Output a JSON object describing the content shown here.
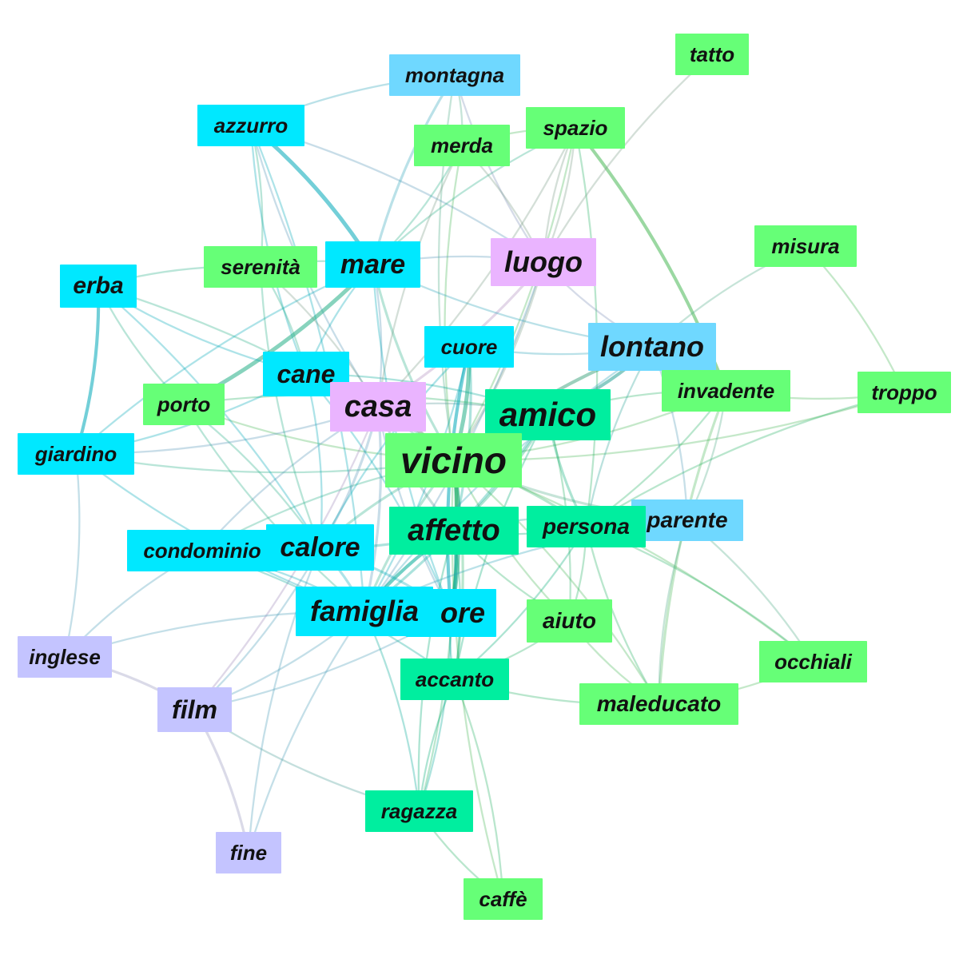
{
  "communities": {
    "green": "#66ff77",
    "teal": "#00ee9f",
    "cyan": "#00e8ff",
    "sky": "#6fd8ff",
    "pink": "#eab4ff",
    "lavender": "#c4c4ff"
  },
  "nodes": [
    {
      "id": "tatto",
      "label": "tatto",
      "community": "green"
    },
    {
      "id": "montagna",
      "label": "montagna",
      "community": "sky"
    },
    {
      "id": "azzurro",
      "label": "azzurro",
      "community": "cyan"
    },
    {
      "id": "merda",
      "label": "merda",
      "community": "green"
    },
    {
      "id": "spazio",
      "label": "spazio",
      "community": "green"
    },
    {
      "id": "misura",
      "label": "misura",
      "community": "green"
    },
    {
      "id": "serenita",
      "label": "serenità",
      "community": "green"
    },
    {
      "id": "mare",
      "label": "mare",
      "community": "cyan"
    },
    {
      "id": "luogo",
      "label": "luogo",
      "community": "pink"
    },
    {
      "id": "erba",
      "label": "erba",
      "community": "cyan"
    },
    {
      "id": "cuore",
      "label": "cuore",
      "community": "cyan"
    },
    {
      "id": "lontano",
      "label": "lontano",
      "community": "sky"
    },
    {
      "id": "cane",
      "label": "cane",
      "community": "cyan"
    },
    {
      "id": "invadente",
      "label": "invadente",
      "community": "green"
    },
    {
      "id": "troppo",
      "label": "troppo",
      "community": "green"
    },
    {
      "id": "porto",
      "label": "porto",
      "community": "green"
    },
    {
      "id": "casa",
      "label": "casa",
      "community": "pink"
    },
    {
      "id": "amico",
      "label": "amico",
      "community": "teal"
    },
    {
      "id": "giardino",
      "label": "giardino",
      "community": "cyan"
    },
    {
      "id": "vicino",
      "label": "vicino",
      "community": "green"
    },
    {
      "id": "parente",
      "label": "parente",
      "community": "sky"
    },
    {
      "id": "persona",
      "label": "persona",
      "community": "teal"
    },
    {
      "id": "affetto",
      "label": "affetto",
      "community": "teal"
    },
    {
      "id": "condominio",
      "label": "condominio",
      "community": "cyan"
    },
    {
      "id": "calore",
      "label": "calore",
      "community": "cyan"
    },
    {
      "id": "amore",
      "label": "ore",
      "community": "cyan"
    },
    {
      "id": "famiglia",
      "label": "famiglia",
      "community": "cyan"
    },
    {
      "id": "aiuto",
      "label": "aiuto",
      "community": "green"
    },
    {
      "id": "occhiali",
      "label": "occhiali",
      "community": "green"
    },
    {
      "id": "inglese",
      "label": "inglese",
      "community": "lavender"
    },
    {
      "id": "accanto",
      "label": "accanto",
      "community": "teal"
    },
    {
      "id": "maleducato",
      "label": "maleducato",
      "community": "green"
    },
    {
      "id": "film",
      "label": "film",
      "community": "lavender"
    },
    {
      "id": "ragazza",
      "label": "ragazza",
      "community": "teal"
    },
    {
      "id": "fine",
      "label": "fine",
      "community": "lavender"
    },
    {
      "id": "caffe",
      "label": "caffè",
      "community": "green"
    }
  ],
  "edges": [
    {
      "source": "vicino",
      "target": "amore",
      "weight": 5
    },
    {
      "source": "vicino",
      "target": "cuore",
      "weight": 4
    },
    {
      "source": "vicino",
      "target": "amico",
      "weight": 3
    },
    {
      "source": "vicino",
      "target": "casa",
      "weight": 3
    },
    {
      "source": "vicino",
      "target": "affetto",
      "weight": 3
    },
    {
      "source": "vicino",
      "target": "famiglia",
      "weight": 2
    },
    {
      "source": "vicino",
      "target": "lontano",
      "weight": 3
    },
    {
      "source": "vicino",
      "target": "luogo",
      "weight": 2
    },
    {
      "source": "vicino",
      "target": "mare",
      "weight": 2
    },
    {
      "source": "vicino",
      "target": "calore",
      "weight": 2
    },
    {
      "source": "vicino",
      "target": "persona",
      "weight": 2
    },
    {
      "source": "vicino",
      "target": "parente",
      "weight": 2
    },
    {
      "source": "vicino",
      "target": "accanto",
      "weight": 2
    },
    {
      "source": "vicino",
      "target": "aiuto",
      "weight": 1
    },
    {
      "source": "vicino",
      "target": "maleducato",
      "weight": 1
    },
    {
      "source": "vicino",
      "target": "invadente",
      "weight": 1
    },
    {
      "source": "vicino",
      "target": "ragazza",
      "weight": 1
    },
    {
      "source": "vicino",
      "target": "cane",
      "weight": 1
    },
    {
      "source": "vicino",
      "target": "giardino",
      "weight": 1
    },
    {
      "source": "vicino",
      "target": "condominio",
      "weight": 1
    },
    {
      "source": "vicino",
      "target": "porto",
      "weight": 1
    },
    {
      "source": "vicino",
      "target": "troppo",
      "weight": 1
    },
    {
      "source": "vicino",
      "target": "merda",
      "weight": 1
    },
    {
      "source": "vicino",
      "target": "spazio",
      "weight": 1
    },
    {
      "source": "vicino",
      "target": "montagna",
      "weight": 1
    },
    {
      "source": "vicino",
      "target": "caffe",
      "weight": 1
    },
    {
      "source": "vicino",
      "target": "occhiali",
      "weight": 1
    },
    {
      "source": "vicino",
      "target": "erba",
      "weight": 1
    },
    {
      "source": "azzurro",
      "target": "mare",
      "weight": 4
    },
    {
      "source": "azzurro",
      "target": "cane",
      "weight": 1
    },
    {
      "source": "azzurro",
      "target": "luogo",
      "weight": 1
    },
    {
      "source": "azzurro",
      "target": "casa",
      "weight": 1
    },
    {
      "source": "azzurro",
      "target": "famiglia",
      "weight": 1
    },
    {
      "source": "porto",
      "target": "mare",
      "weight": 4
    },
    {
      "source": "porto",
      "target": "amico",
      "weight": 1
    },
    {
      "source": "porto",
      "target": "famiglia",
      "weight": 1
    },
    {
      "source": "porto",
      "target": "calore",
      "weight": 1
    },
    {
      "source": "amico",
      "target": "lontano",
      "weight": 3
    },
    {
      "source": "amico",
      "target": "affetto",
      "weight": 2
    },
    {
      "source": "amico",
      "target": "persona",
      "weight": 2
    },
    {
      "source": "amico",
      "target": "famiglia",
      "weight": 2
    },
    {
      "source": "amico",
      "target": "casa",
      "weight": 1
    },
    {
      "source": "amico",
      "target": "invadente",
      "weight": 1
    },
    {
      "source": "amico",
      "target": "accanto",
      "weight": 1
    },
    {
      "source": "amico",
      "target": "aiuto",
      "weight": 1
    },
    {
      "source": "amico",
      "target": "cane",
      "weight": 1
    },
    {
      "source": "spazio",
      "target": "invadente",
      "weight": 3
    },
    {
      "source": "spazio",
      "target": "luogo",
      "weight": 1
    },
    {
      "source": "spazio",
      "target": "casa",
      "weight": 1
    },
    {
      "source": "spazio",
      "target": "mare",
      "weight": 1
    },
    {
      "source": "spazio",
      "target": "persona",
      "weight": 1
    },
    {
      "source": "invadente",
      "target": "maleducato",
      "weight": 2
    },
    {
      "source": "invadente",
      "target": "parente",
      "weight": 1
    },
    {
      "source": "invadente",
      "target": "troppo",
      "weight": 1
    },
    {
      "source": "invadente",
      "target": "persona",
      "weight": 1
    },
    {
      "source": "misura",
      "target": "lontano",
      "weight": 1
    },
    {
      "source": "misura",
      "target": "troppo",
      "weight": 1
    },
    {
      "source": "tatto",
      "target": "luogo",
      "weight": 1
    },
    {
      "source": "luogo",
      "target": "casa",
      "weight": 2
    },
    {
      "source": "luogo",
      "target": "mare",
      "weight": 1
    },
    {
      "source": "luogo",
      "target": "montagna",
      "weight": 1
    },
    {
      "source": "luogo",
      "target": "lontano",
      "weight": 1
    },
    {
      "source": "luogo",
      "target": "famiglia",
      "weight": 1
    },
    {
      "source": "luogo",
      "target": "spazio",
      "weight": 1
    },
    {
      "source": "casa",
      "target": "famiglia",
      "weight": 2
    },
    {
      "source": "casa",
      "target": "affetto",
      "weight": 2
    },
    {
      "source": "casa",
      "target": "calore",
      "weight": 2
    },
    {
      "source": "casa",
      "target": "amore",
      "weight": 1
    },
    {
      "source": "casa",
      "target": "giardino",
      "weight": 1
    },
    {
      "source": "casa",
      "target": "condominio",
      "weight": 1
    },
    {
      "source": "casa",
      "target": "cane",
      "weight": 1
    },
    {
      "source": "casa",
      "target": "mare",
      "weight": 1
    },
    {
      "source": "casa",
      "target": "film",
      "weight": 1
    },
    {
      "source": "casa",
      "target": "serenita",
      "weight": 1
    },
    {
      "source": "erba",
      "target": "giardino",
      "weight": 3
    },
    {
      "source": "erba",
      "target": "cane",
      "weight": 1
    },
    {
      "source": "erba",
      "target": "serenita",
      "weight": 1
    },
    {
      "source": "erba",
      "target": "porto",
      "weight": 1
    },
    {
      "source": "erba",
      "target": "calore",
      "weight": 1
    },
    {
      "source": "giardino",
      "target": "cane",
      "weight": 1
    },
    {
      "source": "giardino",
      "target": "inglese",
      "weight": 1
    },
    {
      "source": "giardino",
      "target": "famiglia",
      "weight": 1
    },
    {
      "source": "giardino",
      "target": "mare",
      "weight": 1
    },
    {
      "source": "cuore",
      "target": "amore",
      "weight": 3
    },
    {
      "source": "cuore",
      "target": "affetto",
      "weight": 2
    },
    {
      "source": "cuore",
      "target": "lontano",
      "weight": 1
    },
    {
      "source": "cuore",
      "target": "famiglia",
      "weight": 1
    },
    {
      "source": "cuore",
      "target": "calore",
      "weight": 1
    },
    {
      "source": "lontano",
      "target": "parente",
      "weight": 1
    },
    {
      "source": "lontano",
      "target": "persona",
      "weight": 1
    },
    {
      "source": "lontano",
      "target": "mare",
      "weight": 1
    },
    {
      "source": "lontano",
      "target": "famiglia",
      "weight": 1
    },
    {
      "source": "affetto",
      "target": "amore",
      "weight": 3
    },
    {
      "source": "affetto",
      "target": "famiglia",
      "weight": 3
    },
    {
      "source": "affetto",
      "target": "calore",
      "weight": 2
    },
    {
      "source": "affetto",
      "target": "persona",
      "weight": 1
    },
    {
      "source": "affetto",
      "target": "parente",
      "weight": 1
    },
    {
      "source": "affetto",
      "target": "aiuto",
      "weight": 1
    },
    {
      "source": "affetto",
      "target": "accanto",
      "weight": 1
    },
    {
      "source": "affetto",
      "target": "ragazza",
      "weight": 1
    },
    {
      "source": "amore",
      "target": "famiglia",
      "weight": 2
    },
    {
      "source": "amore",
      "target": "calore",
      "weight": 2
    },
    {
      "source": "amore",
      "target": "ragazza",
      "weight": 1
    },
    {
      "source": "amore",
      "target": "accanto",
      "weight": 1
    },
    {
      "source": "amore",
      "target": "film",
      "weight": 1
    },
    {
      "source": "amore",
      "target": "cane",
      "weight": 1
    },
    {
      "source": "amore",
      "target": "mare",
      "weight": 1
    },
    {
      "source": "famiglia",
      "target": "calore",
      "weight": 2
    },
    {
      "source": "famiglia",
      "target": "parente",
      "weight": 1
    },
    {
      "source": "famiglia",
      "target": "condominio",
      "weight": 1
    },
    {
      "source": "famiglia",
      "target": "film",
      "weight": 1
    },
    {
      "source": "famiglia",
      "target": "fine",
      "weight": 1
    },
    {
      "source": "famiglia",
      "target": "ragazza",
      "weight": 1
    },
    {
      "source": "famiglia",
      "target": "inglese",
      "weight": 1
    },
    {
      "source": "persona",
      "target": "aiuto",
      "weight": 1
    },
    {
      "source": "persona",
      "target": "maleducato",
      "weight": 1
    },
    {
      "source": "persona",
      "target": "occhiali",
      "weight": 1
    },
    {
      "source": "persona",
      "target": "parente",
      "weight": 1
    },
    {
      "source": "persona",
      "target": "accanto",
      "weight": 1
    },
    {
      "source": "aiuto",
      "target": "maleducato",
      "weight": 1
    },
    {
      "source": "aiuto",
      "target": "accanto",
      "weight": 1
    },
    {
      "source": "parente",
      "target": "maleducato",
      "weight": 1
    },
    {
      "source": "parente",
      "target": "occhiali",
      "weight": 1
    },
    {
      "source": "accanto",
      "target": "ragazza",
      "weight": 1
    },
    {
      "source": "accanto",
      "target": "caffe",
      "weight": 1
    },
    {
      "source": "accanto",
      "target": "condominio",
      "weight": 1
    },
    {
      "source": "condominio",
      "target": "calore",
      "weight": 1
    },
    {
      "source": "condominio",
      "target": "inglese",
      "weight": 1
    },
    {
      "source": "calore",
      "target": "serenita",
      "weight": 1
    },
    {
      "source": "calore",
      "target": "cane",
      "weight": 1
    },
    {
      "source": "cane",
      "target": "mare",
      "weight": 1
    },
    {
      "source": "cane",
      "target": "serenita",
      "weight": 1
    },
    {
      "source": "serenita",
      "target": "mare",
      "weight": 1
    },
    {
      "source": "serenita",
      "target": "azzurro",
      "weight": 1
    },
    {
      "source": "mare",
      "target": "montagna",
      "weight": 2
    },
    {
      "source": "mare",
      "target": "merda",
      "weight": 1
    },
    {
      "source": "montagna",
      "target": "merda",
      "weight": 1
    },
    {
      "source": "montagna",
      "target": "azzurro",
      "weight": 1
    },
    {
      "source": "merda",
      "target": "luogo",
      "weight": 1
    },
    {
      "source": "merda",
      "target": "casa",
      "weight": 1
    },
    {
      "source": "merda",
      "target": "spazio",
      "weight": 1
    },
    {
      "source": "ragazza",
      "target": "caffe",
      "weight": 1
    },
    {
      "source": "ragazza",
      "target": "film",
      "weight": 1
    },
    {
      "source": "film",
      "target": "inglese",
      "weight": 2
    },
    {
      "source": "film",
      "target": "fine",
      "weight": 2
    },
    {
      "source": "film",
      "target": "calore",
      "weight": 1
    },
    {
      "source": "fine",
      "target": "calore",
      "weight": 1
    },
    {
      "source": "maleducato",
      "target": "occhiali",
      "weight": 1
    },
    {
      "source": "maleducato",
      "target": "accanto",
      "weight": 1
    },
    {
      "source": "troppo",
      "target": "persona",
      "weight": 1
    }
  ]
}
